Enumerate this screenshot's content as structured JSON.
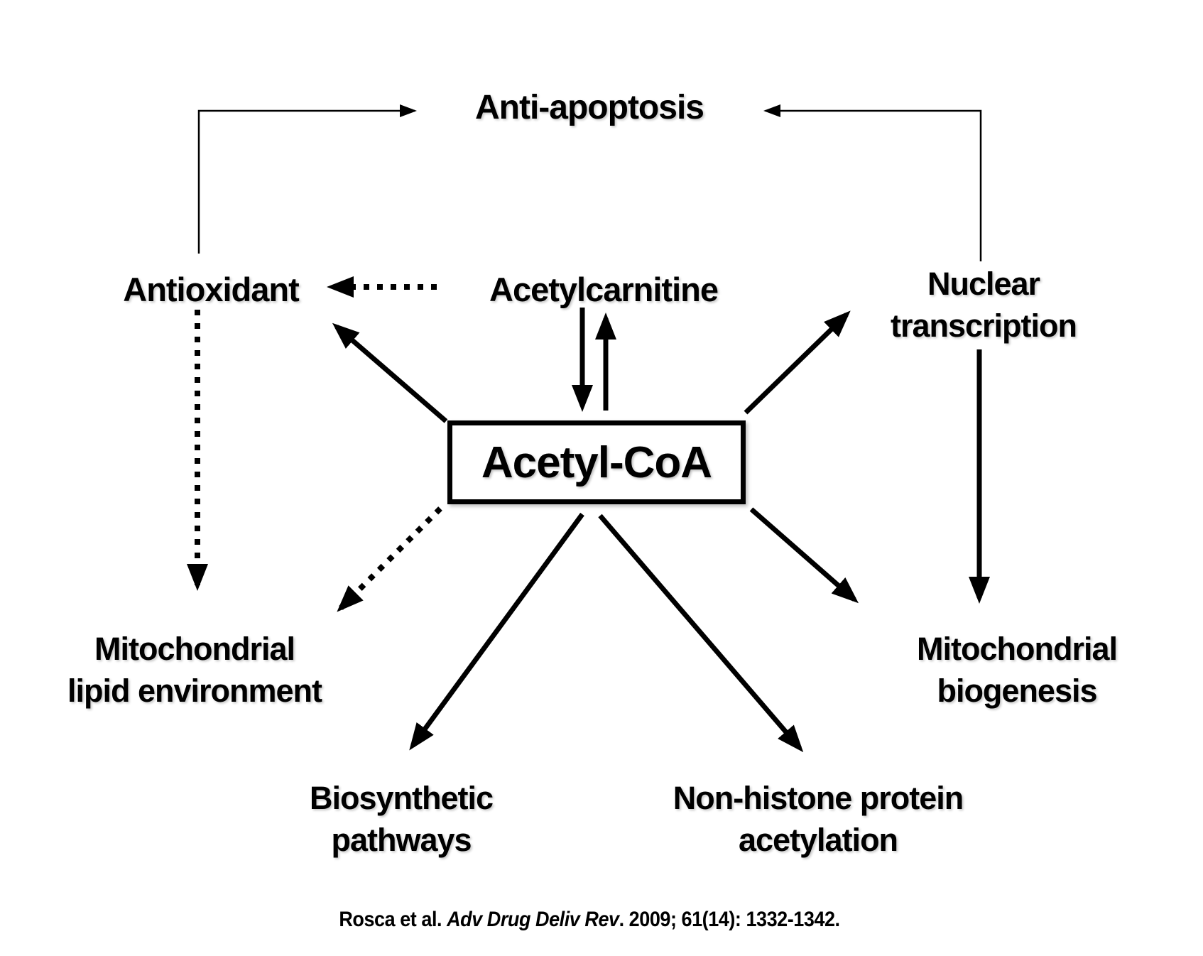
{
  "diagram": {
    "type": "pathway-diagram",
    "colors": {
      "ink": "#000000",
      "background": "#ffffff"
    },
    "center_node": {
      "label": "Acetyl-CoA"
    },
    "nodes": {
      "anti_apoptosis": {
        "label": "Anti-apoptosis"
      },
      "antioxidant": {
        "label": "Antioxidant"
      },
      "acetylcarnitine": {
        "label": "Acetylcarnitine"
      },
      "nuclear_transcription": {
        "lines": [
          "Nuclear",
          "transcription"
        ]
      },
      "mitochondrial_lipid_environment": {
        "lines": [
          "Mitochondrial",
          "lipid environment"
        ]
      },
      "biosynthetic_pathways": {
        "lines": [
          "Biosynthetic",
          "pathways"
        ]
      },
      "non_histone_protein_acetylation": {
        "lines": [
          "Non-histone protein",
          "acetylation"
        ]
      },
      "mitochondrial_biogenesis": {
        "lines": [
          "Mitochondrial",
          "biogenesis"
        ]
      }
    },
    "edges": [
      {
        "from": "Antioxidant",
        "to": "Anti-apoptosis",
        "style": "thin-elbow-arrow"
      },
      {
        "from": "Nuclear transcription",
        "to": "Anti-apoptosis",
        "style": "thin-elbow-arrow"
      },
      {
        "from": "Acetylcarnitine",
        "to": "Antioxidant",
        "style": "dotted-arrow"
      },
      {
        "from": "Acetylcarnitine",
        "to": "Acetyl-CoA",
        "style": "solid-arrow"
      },
      {
        "from": "Acetyl-CoA",
        "to": "Acetylcarnitine",
        "style": "solid-arrow"
      },
      {
        "from": "Acetyl-CoA",
        "to": "Antioxidant",
        "style": "solid-arrow"
      },
      {
        "from": "Acetyl-CoA",
        "to": "Nuclear transcription",
        "style": "solid-arrow"
      },
      {
        "from": "Antioxidant",
        "to": "Mitochondrial lipid environment",
        "style": "dotted-arrow"
      },
      {
        "from": "Acetyl-CoA",
        "to": "Mitochondrial lipid environment",
        "style": "dotted-arrow"
      },
      {
        "from": "Acetyl-CoA",
        "to": "Biosynthetic pathways",
        "style": "solid-arrow"
      },
      {
        "from": "Acetyl-CoA",
        "to": "Non-histone protein acetylation",
        "style": "solid-arrow"
      },
      {
        "from": "Acetyl-CoA",
        "to": "Mitochondrial biogenesis",
        "style": "solid-arrow"
      },
      {
        "from": "Nuclear transcription",
        "to": "Mitochondrial biogenesis",
        "style": "solid-arrow"
      }
    ],
    "citation": {
      "prefix": "Rosca et al. ",
      "journal": "Adv Drug Deliv Rev",
      "suffix": ". 2009; 61(14): 1332-1342."
    }
  }
}
